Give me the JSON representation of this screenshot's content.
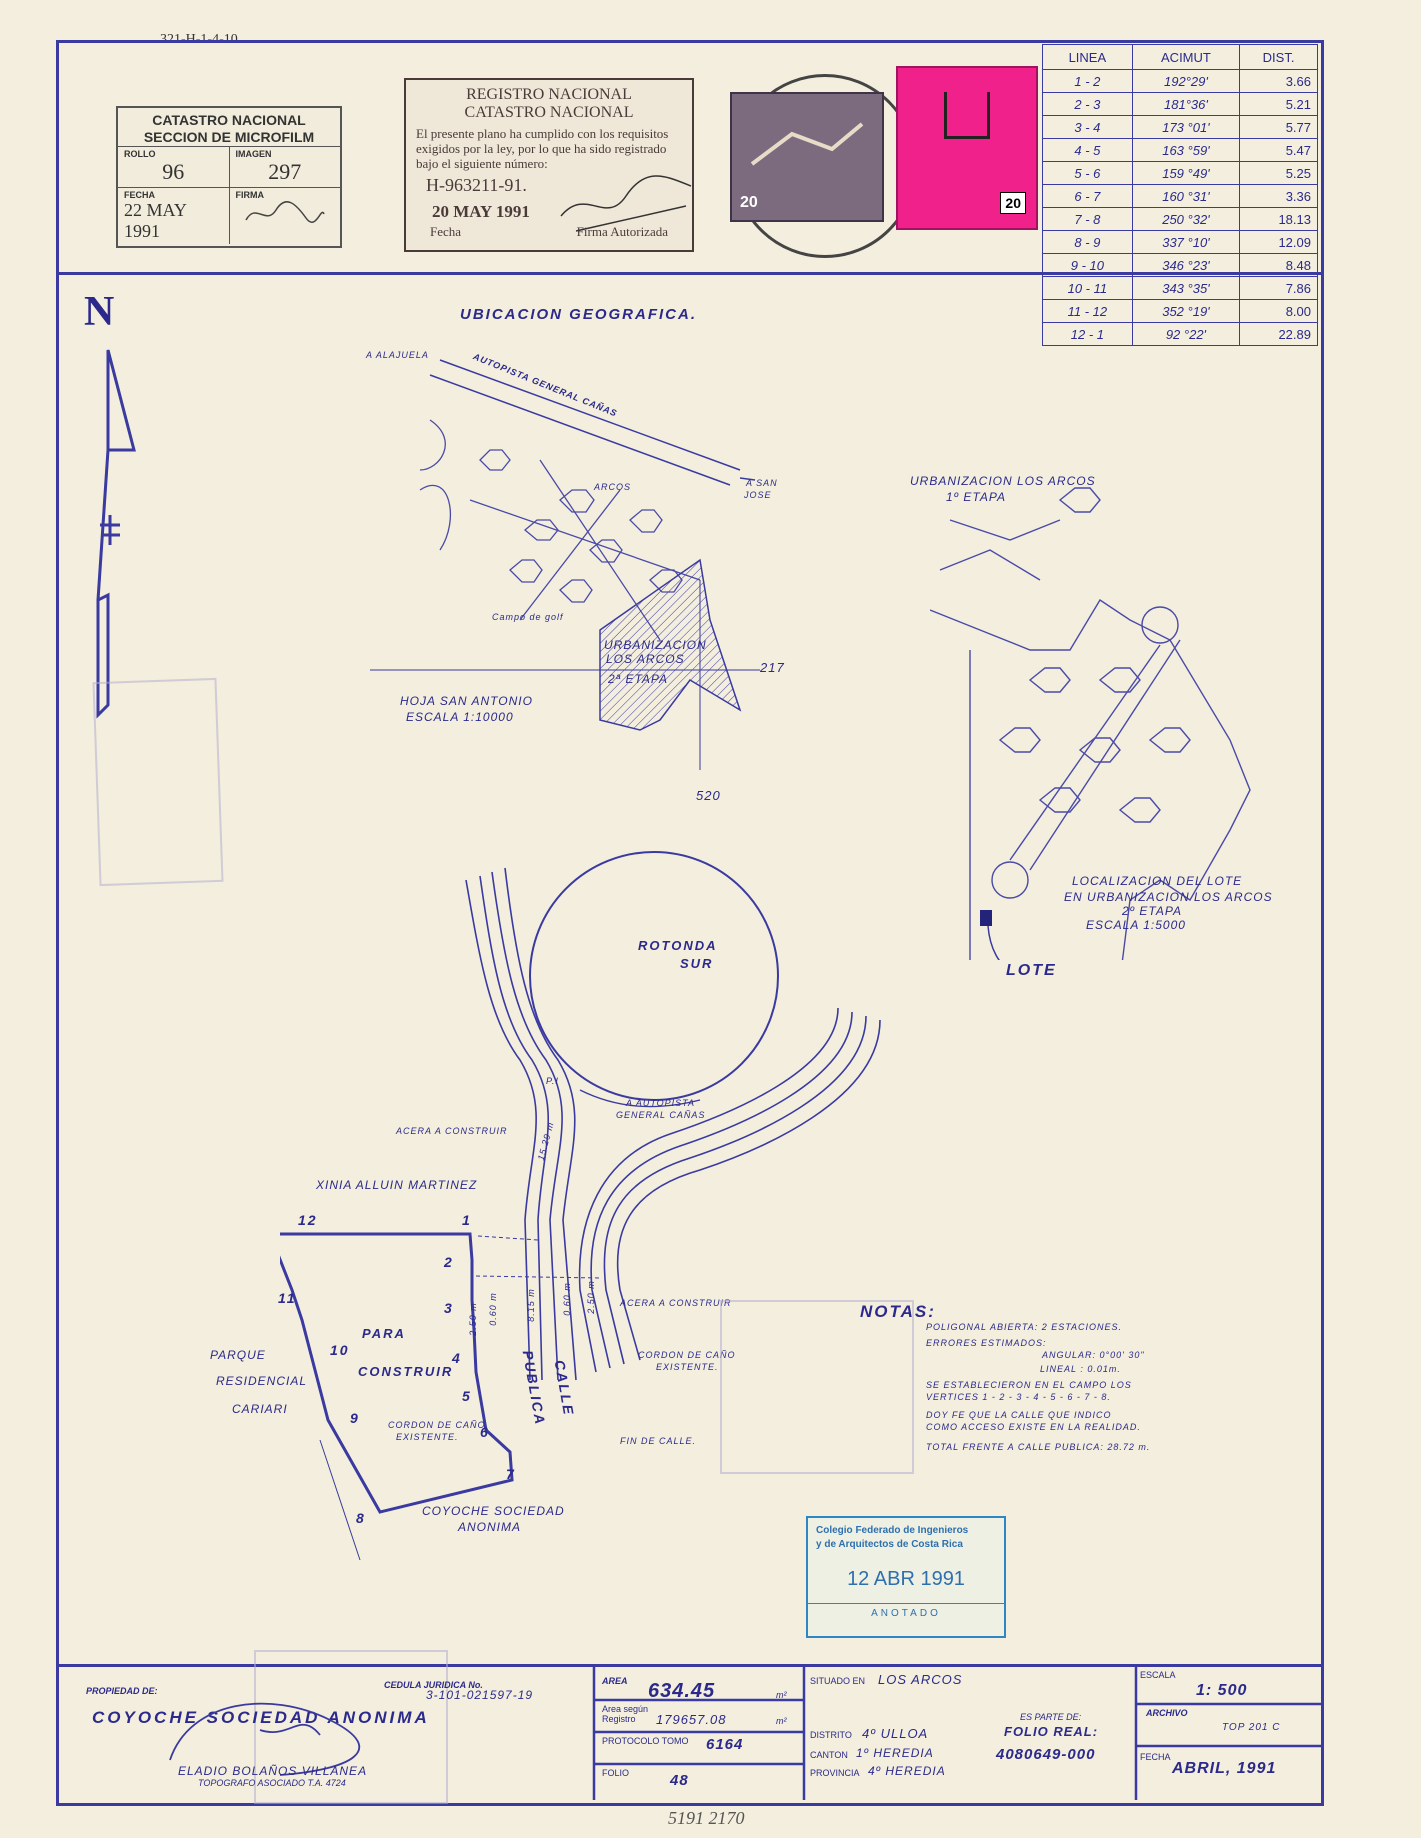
{
  "header": {
    "reference": "321-H-1-4-10",
    "catastro": {
      "title_1": "CATASTRO NACIONAL",
      "title_2": "SECCION DE MICROFILM",
      "rollo_label": "ROLLO",
      "rollo": "96",
      "imagen_label": "IMAGEN",
      "imagen": "297",
      "fecha_label": "FECHA",
      "fecha": "22 MAY 1991",
      "firma_label": "FIRMA"
    },
    "registro": {
      "title_1": "REGISTRO NACIONAL",
      "title_2": "CATASTRO NACIONAL",
      "body": "El presente plano ha cumplido con los requisitos exigidos por la ley, por lo que ha sido registrado bajo el siguiente número:",
      "number": "H-963211-91.",
      "date": "20 MAY 1991",
      "fecha_label": "Fecha",
      "firma_label": "Firma Autorizada"
    },
    "stamp_values": [
      "20",
      "20"
    ]
  },
  "azimuth_table": {
    "headers": [
      "LINEA",
      "ACIMUT",
      "DIST."
    ],
    "rows": [
      [
        "1 - 2",
        "192°29'",
        "3.66"
      ],
      [
        "2 - 3",
        "181°36'",
        "5.21"
      ],
      [
        "3 - 4",
        "173 °01'",
        "5.77"
      ],
      [
        "4 - 5",
        "163 °59'",
        "5.47"
      ],
      [
        "5 - 6",
        "159 °49'",
        "5.25"
      ],
      [
        "6 - 7",
        "160 °31'",
        "3.36"
      ],
      [
        "7 - 8",
        "250 °32'",
        "18.13"
      ],
      [
        "8 - 9",
        "337 °10'",
        "12.09"
      ],
      [
        "9 - 10",
        "346 °23'",
        "8.48"
      ],
      [
        "10 - 11",
        "343 °35'",
        "7.86"
      ],
      [
        "11 - 12",
        "352 °19'",
        "8.00"
      ],
      [
        "12 - 1",
        "92 °22'",
        "22.89"
      ]
    ]
  },
  "map": {
    "north": "N",
    "ubicacion_title": "UBICACION GEOGRAFICA.",
    "a_alajuela": "A ALAJUELA",
    "autopista": "AUTOPISTA  GENERAL  CAÑAS",
    "arcos": "ARCOS",
    "a_san_jose_1": "A SAN",
    "a_san_jose_2": "JOSE",
    "campo_golf": "Campo  de  golf",
    "urb_1": "URBANIZACION",
    "urb_2": "LOS ARCOS",
    "urb_3": "2ª ETAPA",
    "coord_217": "217",
    "coord_520": "520",
    "hoja_1": "HOJA SAN ANTONIO",
    "hoja_2": "ESCALA 1:10000",
    "urb_arcos_1": "URBANIZACION LOS ARCOS",
    "urb_arcos_2": "1º  ETAPA",
    "loc_1": "LOCALIZACION DEL LOTE",
    "loc_2": "EN URBANIZACION LOS ARCOS",
    "loc_3": "2º  ETAPA",
    "loc_4": "ESCALA  1:5000",
    "lote": "LOTE",
    "rotonda_1": "ROTONDA",
    "rotonda_2": "SUR",
    "pi": "P.I",
    "dist_pi": "15.29 m",
    "autopista_gc_1": "A  AUTOPISTA",
    "autopista_gc_2": "GENERAL  CAÑAS",
    "acera_1": "ACERA A CONSTRUIR",
    "acera_2": "ACERA A CONSTRUIR",
    "xinia": "XINIA  ALLUIN  MARTINEZ",
    "para": "PARA",
    "construir": "CONSTRUIR",
    "calle_1": "CALLE",
    "calle_2": "PUBLICA",
    "parque_1": "PARQUE",
    "parque_2": "RESIDENCIAL",
    "parque_3": "CARIARI",
    "cordon_1a": "CORDON DE CAÑO",
    "cordon_1b": "EXISTENTE.",
    "cordon_2a": "CORDON DE CAÑO",
    "cordon_2b": "EXISTENTE.",
    "fin_calle": "FIN DE CALLE.",
    "coyoche_1": "COYOCHE  SOCIEDAD",
    "coyoche_2": "ANONIMA",
    "m250a": "2.50 m",
    "m060a": "0.60 m",
    "m815": "8.15 m",
    "m060b": "0.60 m",
    "m250b": "2.50 m",
    "vertices": [
      "1",
      "2",
      "3",
      "4",
      "5",
      "6",
      "7",
      "8",
      "9",
      "10",
      "11",
      "12"
    ]
  },
  "notas": {
    "title": "NOTAS:",
    "l1": "POLIGONAL  ABIERTA:  2  ESTACIONES.",
    "l2": "ERRORES  ESTIMADOS:",
    "l3": "ANGULAR: 0°00' 30\"",
    "l4": "LINEAL  :  0.01m.",
    "l5": "SE  ESTABLECIERON  EN  EL  CAMPO  LOS",
    "l6": "VERTICES  1 - 2 - 3 - 4 - 5 - 6 - 7 - 8.",
    "l7": "DOY  FE  QUE  LA  CALLE   QUE  INDICO",
    "l8": "COMO  ACCESO  EXISTE  EN  LA  REALIDAD.",
    "l9": "TOTAL  FRENTE  A  CALLE  PUBLICA:  28.72 m."
  },
  "colegio_stamp": {
    "line1": "Colegio Federado de Ingenieros",
    "line2": "y de Arquitectos de Costa Rica",
    "date": "12 ABR 1991",
    "anotado": "ANOTADO"
  },
  "footer": {
    "propiedad_label": "PROPIEDAD  DE:",
    "owner": "COYOCHE   SOCIEDAD   ANONIMA",
    "cedula_label": "CEDULA JURIDICA No.",
    "cedula": "3-101-021597-19",
    "topografo": "ELADIO  BOLAÑOS  VILLANEA",
    "topografo_title": "TOPOGRAFO  ASOCIADO  T.A. 4724",
    "area_label": "AREA",
    "area": "634.45",
    "m2": "m²",
    "area_reg_label_1": "Area según",
    "area_reg_label_2": "Registro",
    "area_reg": "179657.08",
    "m2b": "m²",
    "protocolo_label": "PROTOCOLO TOMO",
    "protocolo": "6164",
    "folio_label": "FOLIO",
    "folio": "48",
    "situado_label": "SITUADO EN",
    "situado": "LOS  ARCOS",
    "distrito_label": "DISTRITO",
    "distrito": "4º  ULLOA",
    "canton_label": "CANTON",
    "canton": "1º  HEREDIA",
    "provincia_label": "PROVINCIA",
    "provincia": "4º  HEREDIA",
    "parte_label": "ES  PARTE  DE:",
    "folio_real_label": "FOLIO  REAL:",
    "folio_real": "4080649-000",
    "escala_label": "ESCALA",
    "escala": "1: 500",
    "archivo_label": "ARCHIVO",
    "archivo": "TOP 201 C",
    "fecha_label": "FECHA",
    "fecha": "ABRIL, 1991",
    "bottom_note": "5191   2170"
  }
}
